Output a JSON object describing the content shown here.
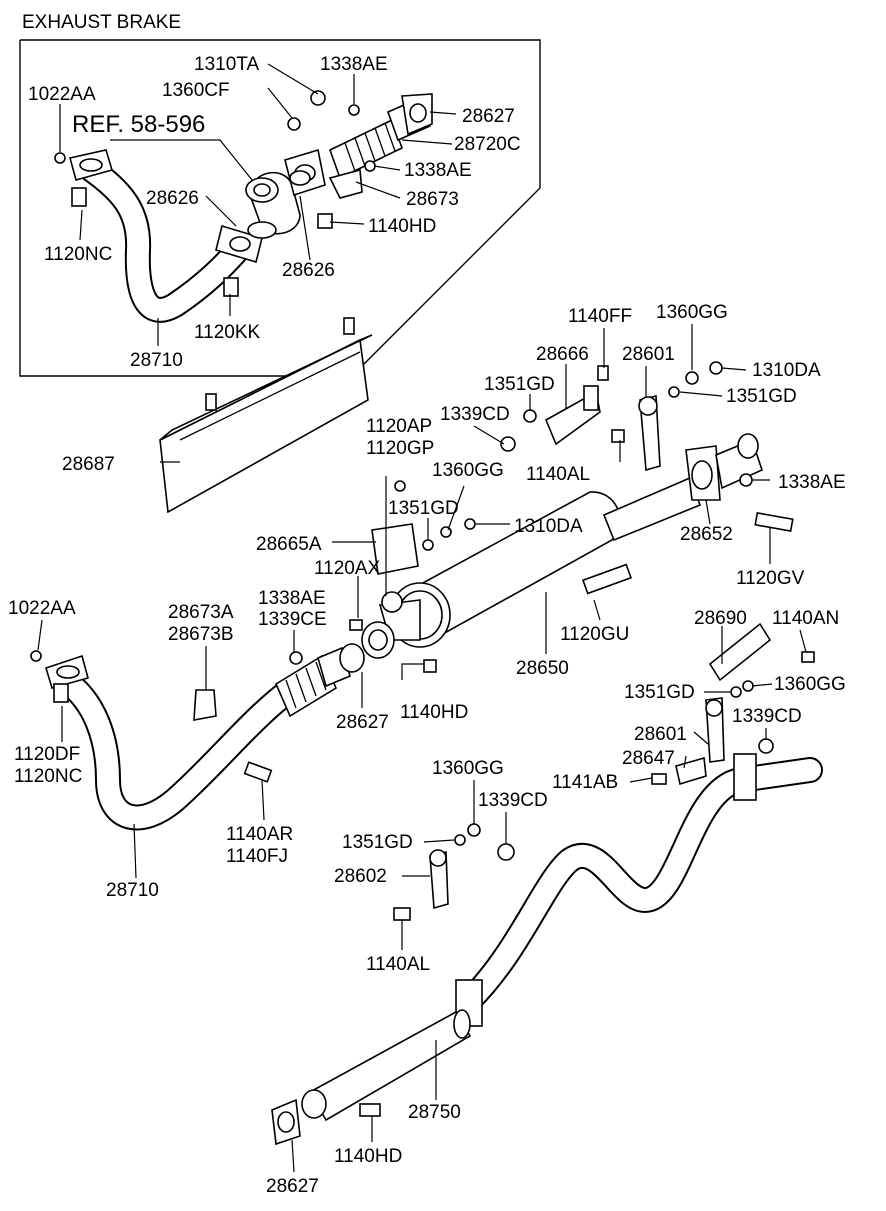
{
  "title": "EXHAUST BRAKE",
  "reference": "REF. 58-596",
  "labels": {
    "t1310ta": "1310TA",
    "t1338ae_a": "1338AE",
    "t1022aa_a": "1022AA",
    "t1360cf": "1360CF",
    "t28627_a": "28627",
    "t28720c": "28720C",
    "t28626_a": "28626",
    "t1338ae_b": "1338AE",
    "t28673": "28673",
    "t1120nc_a": "1120NC",
    "t1140hd_a": "1140HD",
    "t28626_b": "28626",
    "t1120kk": "1120KK",
    "t28710_a": "28710",
    "t1140ff": "1140FF",
    "t1360gg_a": "1360GG",
    "t28666": "28666",
    "t28601_a": "28601",
    "t1310da_a": "1310DA",
    "t1351gd_a": "1351GD",
    "t1351gd_b": "1351GD",
    "t1120ap": "1120AP",
    "t1339cd_a": "1339CD",
    "t1120gp": "1120GP",
    "t28687": "28687",
    "t1140al_a": "1140AL",
    "t1360gg_b": "1360GG",
    "t1338ae_c": "1338AE",
    "t1351gd_c": "1351GD",
    "t28665a": "28665A",
    "t1310da_b": "1310DA",
    "t28652": "28652",
    "t1120ax": "1120AX",
    "t1120gv": "1120GV",
    "t1022aa_b": "1022AA",
    "t28673a": "28673A",
    "t1338ae_d": "1338AE",
    "t28673b": "28673B",
    "t1339ce": "1339CE",
    "t1120gu": "1120GU",
    "t28690": "28690",
    "t1140an": "1140AN",
    "t28650": "28650",
    "t28627_b": "28627",
    "t1140hd_b": "1140HD",
    "t1351gd_d": "1351GD",
    "t1360gg_c": "1360GG",
    "t1120df": "1120DF",
    "t1120nc_b": "1120NC",
    "t28601_b": "28601",
    "t1339cd_b": "1339CD",
    "t28647": "28647",
    "t1360gg_d": "1360GG",
    "t1141ab": "1141AB",
    "t1140ar": "1140AR",
    "t1339cd_c": "1339CD",
    "t1140fj": "1140FJ",
    "t1351gd_e": "1351GD",
    "t28602": "28602",
    "t28710_b": "28710",
    "t1140al_b": "1140AL",
    "t28750": "28750",
    "t1140hd_c": "1140HD",
    "t28627_c": "28627"
  }
}
